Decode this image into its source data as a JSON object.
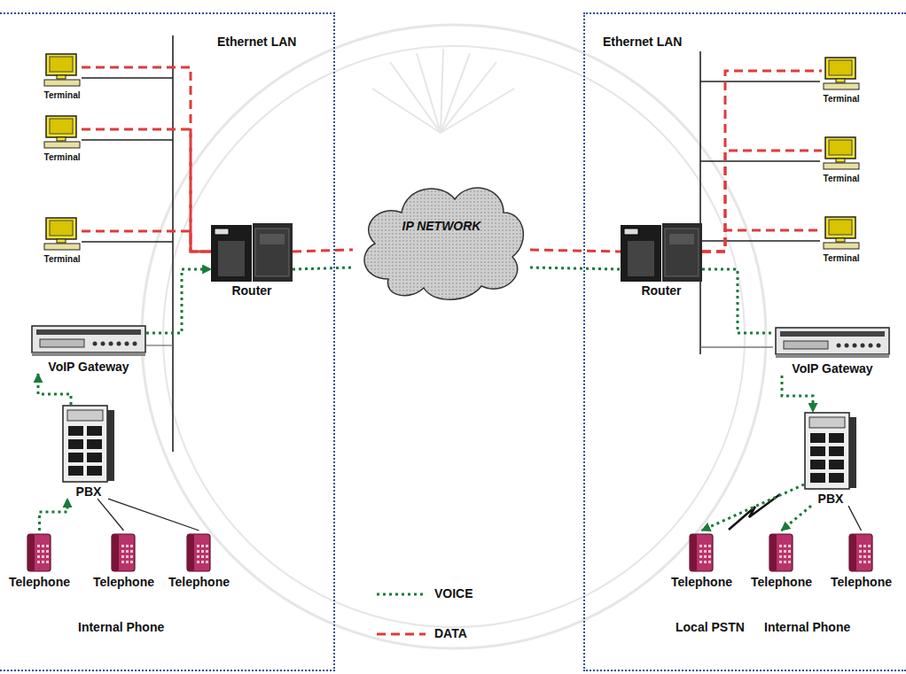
{
  "diagram": {
    "nodes": [
      {
        "text": [
          "Ethernet LAN"
        ]
      },
      {
        "text": [
          "Terminal"
        ],
        "in": 0
      },
      {
        "text": [
          "Terminal"
        ],
        "in": 0
      },
      {
        "text": [
          "Terminal"
        ],
        "in": 0
      },
      {
        "text": [
          "Router"
        ],
        "in": 0
      },
      {
        "text": [
          "VoIP Gateway"
        ],
        "in": 0
      },
      {
        "text": [
          "PBX"
        ],
        "in": 0
      },
      {
        "text": [
          "Telephone"
        ],
        "in": 0
      },
      {
        "text": [
          "Telephone"
        ],
        "in": 0
      },
      {
        "text": [
          "Telephone"
        ],
        "in": 0
      },
      {
        "text": [
          "IP NETWORK"
        ]
      },
      {
        "text": [
          "Ethernet LAN"
        ]
      },
      {
        "text": [
          "Terminal"
        ],
        "in": 11
      },
      {
        "text": [
          "Terminal"
        ],
        "in": 11
      },
      {
        "text": [
          "Terminal"
        ],
        "in": 11
      },
      {
        "text": [
          "Router"
        ],
        "in": 11
      },
      {
        "text": [
          "VoIP Gateway"
        ],
        "in": 11
      },
      {
        "text": [
          "PBX"
        ],
        "in": 11
      },
      {
        "text": [
          "Telephone"
        ],
        "in": 11
      },
      {
        "text": [
          "Telephone"
        ],
        "in": 11
      },
      {
        "text": [
          "Telephone"
        ],
        "in": 11
      }
    ],
    "edges": [
      {
        "from": 1,
        "to": 4,
        "arrow": "none"
      },
      {
        "from": 2,
        "to": 4,
        "arrow": "none"
      },
      {
        "from": 3,
        "to": 4,
        "arrow": "none"
      },
      {
        "from": 4,
        "to": 10,
        "arrow": "none"
      },
      {
        "from": 10,
        "to": 15,
        "arrow": "none"
      },
      {
        "from": 15,
        "to": 12,
        "arrow": "none"
      },
      {
        "from": 15,
        "to": 13,
        "arrow": "none"
      },
      {
        "from": 15,
        "to": 14,
        "arrow": "none"
      },
      {
        "from": 7,
        "to": 6,
        "arrow": "to"
      },
      {
        "from": 6,
        "to": 5,
        "arrow": "to"
      },
      {
        "from": 5,
        "to": 4,
        "arrow": "to"
      },
      {
        "from": 4,
        "to": 10,
        "arrow": "none"
      },
      {
        "from": 10,
        "to": 15,
        "arrow": "none"
      },
      {
        "from": 15,
        "to": 16,
        "arrow": "none"
      },
      {
        "from": 16,
        "to": 17,
        "arrow": "to"
      },
      {
        "from": 17,
        "to": 18,
        "arrow": "to"
      },
      {
        "from": 17,
        "to": 19,
        "arrow": "to"
      },
      {
        "from": 6,
        "to": 8,
        "arrow": "none"
      },
      {
        "from": 6,
        "to": 9,
        "arrow": "none"
      },
      {
        "from": 17,
        "to": 20,
        "arrow": "none"
      }
    ],
    "labels": [
      "Internal Phone",
      "Local PSTN",
      "Internal Phone"
    ],
    "legend": [
      {
        "text": "VOICE"
      },
      {
        "text": "DATA"
      }
    ]
  }
}
